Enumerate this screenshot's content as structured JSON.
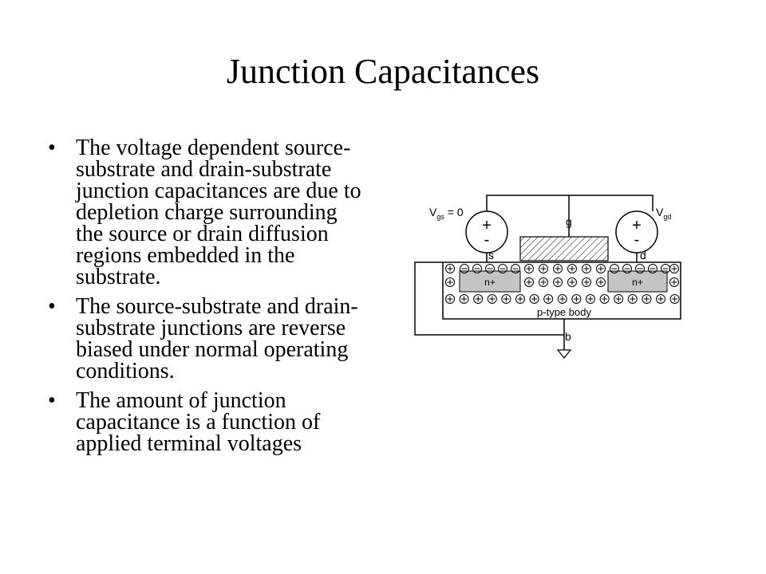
{
  "slide": {
    "title": "Junction Capacitances",
    "bullets": [
      "The voltage dependent source-substrate and drain-substrate junction capacitances are due to depletion charge surrounding the source or drain diffusion regions embedded in the substrate.",
      "The source-substrate and drain-substrate junctions are reverse biased under normal operating conditions.",
      "The amount of junction capacitance is a function of applied terminal voltages"
    ],
    "bullet_glyph": "•"
  },
  "diagram": {
    "labels": {
      "v_gs": {
        "main": "V",
        "sub": "gs",
        "suffix": " = 0"
      },
      "v_gd": {
        "main": "V",
        "sub": "gd"
      },
      "gate": "g",
      "source": "s",
      "drain": "d",
      "body_terminal": "b",
      "source_region": "n+",
      "drain_region": "n+",
      "body": "p-type body"
    },
    "source_plus": "+",
    "source_minus": "-"
  }
}
